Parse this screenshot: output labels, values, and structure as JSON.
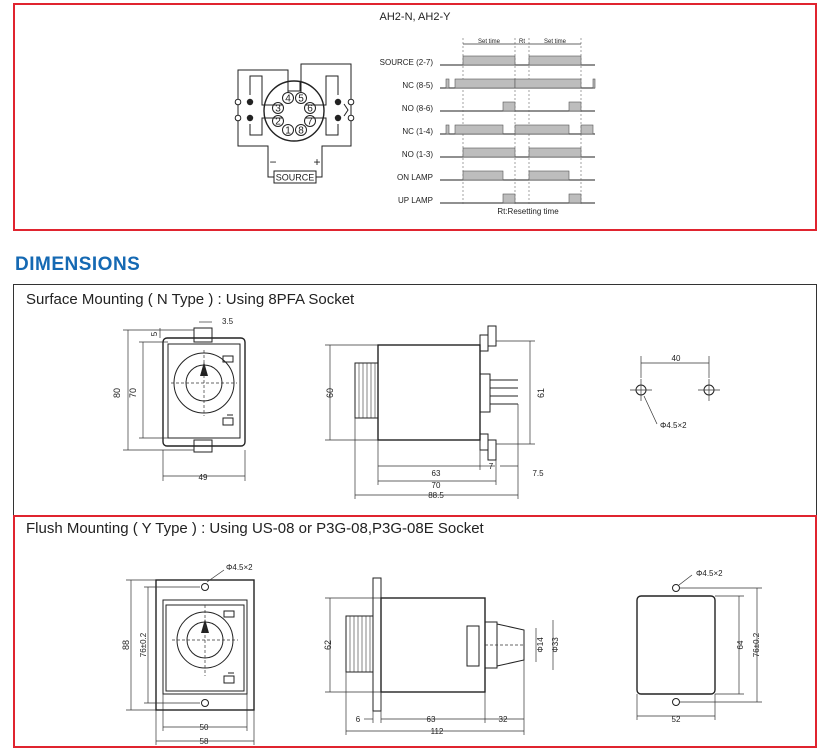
{
  "timing": {
    "model_title": "AH2-N, AH2-Y",
    "signals": [
      "SOURCE (2-7)",
      "NC (8-5)",
      "NO (8-6)",
      "NC (1-4)",
      "NO (1-3)",
      "ON LAMP",
      "UP LAMP"
    ],
    "set_time_label": "Set time",
    "rt_label": "Rt",
    "rt_note": "Rt:Resetting time",
    "source_label": "SOURCE",
    "minus": "−",
    "plus": "+",
    "pins": [
      "1",
      "2",
      "3",
      "4",
      "5",
      "6",
      "7",
      "8"
    ]
  },
  "section_heading": "DIMENSIONS",
  "surface": {
    "title": "Surface Mounting ( N Type ) : Using 8PFA Socket",
    "front": {
      "d_5": "5",
      "d_3_5": "3.5",
      "d_80": "80",
      "d_70": "70",
      "d_49": "49"
    },
    "side": {
      "d_60": "60",
      "d_61": "61",
      "d_63": "63",
      "d_7": "7",
      "d_7_5": "7.5",
      "d_70": "70",
      "d_88_5": "88.5"
    },
    "holes": {
      "d_40": "40",
      "hole": "Φ4.5×2"
    }
  },
  "flush": {
    "title": "Flush Mounting ( Y Type ) : Using US-08 or P3G-08,P3G-08E Socket",
    "front": {
      "hole": "Φ4.5×2",
      "d_88": "88",
      "d_76": "76±0.2",
      "d_50": "50",
      "d_58": "58"
    },
    "side": {
      "d_62": "62",
      "d_14": "Φ14",
      "d_33": "Φ33",
      "d_6": "6",
      "d_63": "63",
      "d_32": "32",
      "d_112": "112"
    },
    "cutout": {
      "hole": "Φ4.5×2",
      "d_64": "64",
      "d_76": "76±0.2",
      "d_52": "52"
    }
  }
}
